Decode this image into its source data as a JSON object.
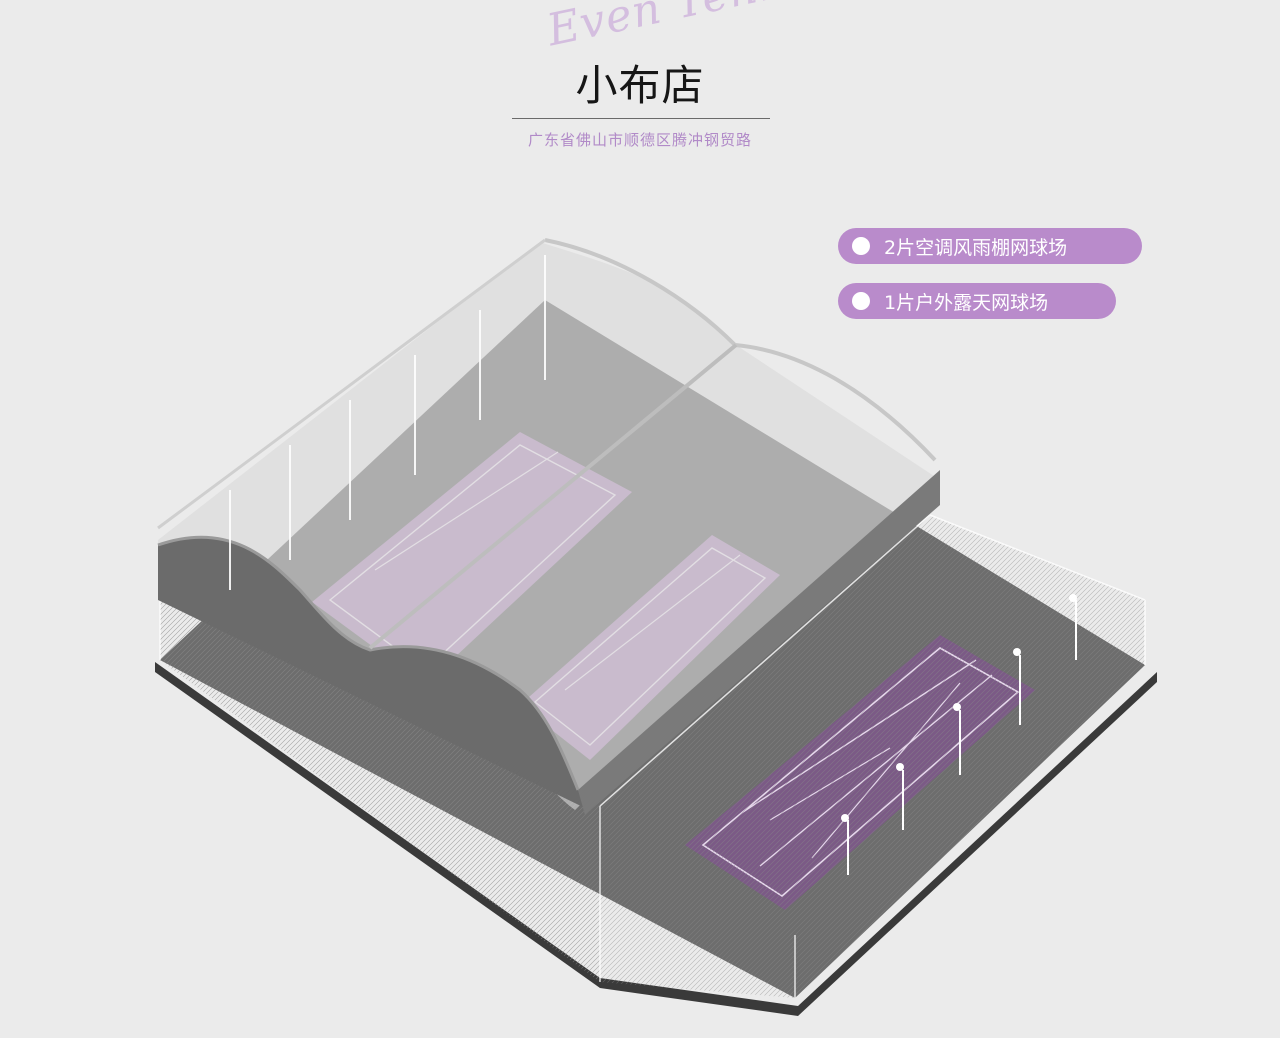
{
  "header": {
    "script_logo": "Even Tennis",
    "title": "小布店",
    "address": "广东省佛山市顺德区腾冲钢贸路"
  },
  "features": [
    {
      "label": "2片空调风雨棚网球场"
    },
    {
      "label": "1片户外露天网球场"
    }
  ],
  "colors": {
    "accent": "#b98bcb",
    "court": "#7e5a88",
    "court_dim": "#b28fbc",
    "floor": "#6b6b6b",
    "background": "#ebebeb"
  }
}
